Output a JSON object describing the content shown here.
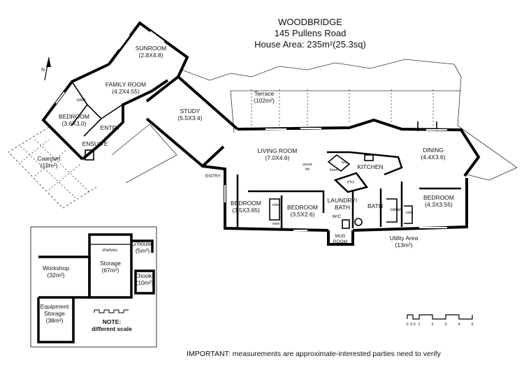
{
  "header": {
    "name": "WOODBRIDGE",
    "address": "145 Pullens Road",
    "area": "House Area: 235m²(25.3sq)"
  },
  "rooms": {
    "sunroom": {
      "name": "SUNROOM",
      "size": "(2.8X4.8)"
    },
    "family_room": {
      "name": "FAMILY ROOM",
      "size": "(4.2X4.55)"
    },
    "robe_1": {
      "name": "robe"
    },
    "bedroom_1": {
      "name": "BEDROOM",
      "size": "(3.6X3.0)"
    },
    "entry_1": {
      "name": "ENTRY"
    },
    "ensuite": {
      "name": "ENSUITE"
    },
    "carport": {
      "name": "Caarport",
      "size": "(15m²)"
    },
    "study": {
      "name": "STUDY",
      "size": "(5.5X3.4)"
    },
    "terrace": {
      "name": "Terrace",
      "size": "(102m²)"
    },
    "entry_2": {
      "name": "ENTRY"
    },
    "living_room": {
      "name": "LIVING ROOM",
      "size": "(7.0X4.6)"
    },
    "wood_htr": {
      "name": "wood",
      "name2": "htr"
    },
    "wc_1": {
      "name": "w/c"
    },
    "linen": {
      "name": "linen"
    },
    "kitchen": {
      "name": "KITCHEN"
    },
    "pantry": {
      "name": "p'try"
    },
    "dining": {
      "name": "DINING",
      "size": "(4.4X3.6)"
    },
    "bedroom_2": {
      "name": "BEDROOM",
      "size": "(3.5X3.65)"
    },
    "robe_2": {
      "name": "robe"
    },
    "robe_3": {
      "name": "robe"
    },
    "bedroom_3": {
      "name": "BEDROOM",
      "size": "(3.5X2.6)"
    },
    "laundry": {
      "name": "LAUNDRY/",
      "name2": "BATH"
    },
    "bath": {
      "name": "BATH"
    },
    "cellar": {
      "name": "cellar"
    },
    "robe_4": {
      "name": "robe"
    },
    "bedroom_4": {
      "name": "BEDROOM",
      "size": "(4.3X3.55)"
    },
    "wc_2": {
      "name": "W/C"
    },
    "mud_room": {
      "name": "MUD",
      "name2": "ROOM"
    },
    "utility": {
      "name": "Utility Area",
      "size": "(13m²)"
    }
  },
  "outbuildings": {
    "gh": {
      "name": "G'house",
      "size": "(5m²)"
    },
    "shelves": {
      "name": "shelves"
    },
    "storage": {
      "name": "Storage",
      "size": "(67m²)"
    },
    "workshop": {
      "name": "Workshop",
      "size": "(32m²)"
    },
    "chooks": {
      "name": "Chooks",
      "size": "(10m²)"
    },
    "equipment": {
      "name": "Equipment",
      "name2": "Storage",
      "size": "(38m²)"
    },
    "note": {
      "title": "NOTE:",
      "text": "different scale"
    }
  },
  "scale": {
    "labels": [
      "0",
      "0.5",
      "1",
      "2",
      "3",
      "4",
      "5"
    ]
  },
  "north": {
    "label": "N",
    "icon": "north-arrow-icon"
  },
  "footer": {
    "important": "IMPORTANT: measurements are approximate-interested parties need to verify"
  }
}
